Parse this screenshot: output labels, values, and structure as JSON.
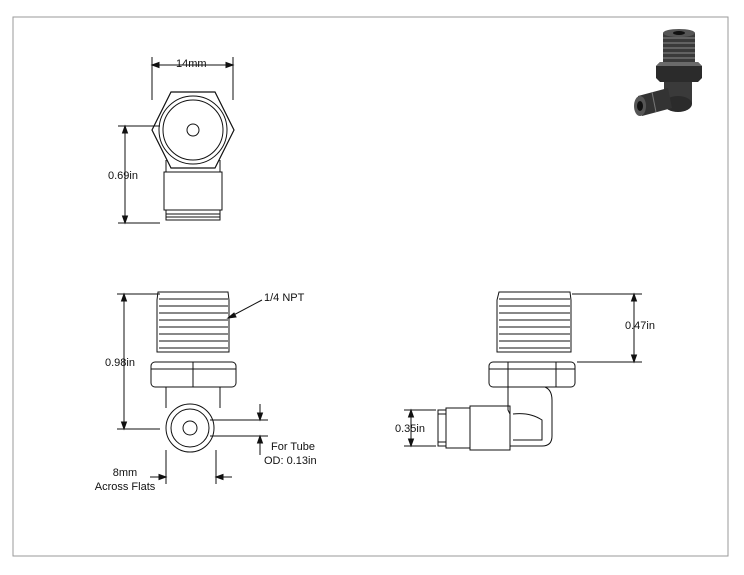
{
  "views": {
    "top": {
      "width_dim": "14mm",
      "height_dim": "0.69in"
    },
    "front": {
      "height_dim": "0.98in",
      "thread_note": "1/4 NPT",
      "flats_line1": "8mm",
      "flats_line2": "Across Flats",
      "tube_line1": "For Tube",
      "tube_line2": "OD: 0.13in"
    },
    "side": {
      "thread_height_dim": "0.47in",
      "tube_dim": "0.35in"
    }
  },
  "colors": {
    "line": "#111111",
    "frame": "#9a9a9a",
    "render_dark": "#2b2b2b",
    "render_mid": "#6a6a6a"
  },
  "icons": [
    "iso-render-icon"
  ]
}
